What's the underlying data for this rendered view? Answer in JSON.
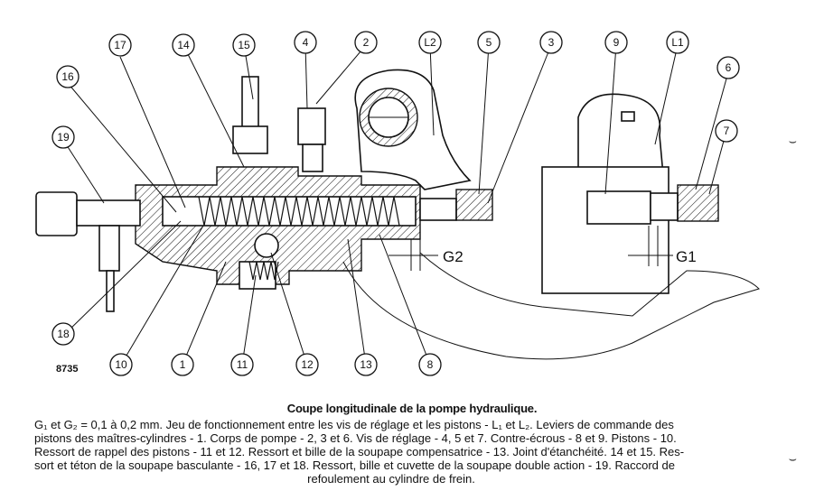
{
  "figure": {
    "number": "8735",
    "gap_labels": {
      "g2": "G2",
      "g1": "G1"
    },
    "callouts": [
      {
        "id": "c17",
        "label": "17"
      },
      {
        "id": "c14",
        "label": "14"
      },
      {
        "id": "c15",
        "label": "15"
      },
      {
        "id": "c4",
        "label": "4"
      },
      {
        "id": "c2",
        "label": "2"
      },
      {
        "id": "cL2",
        "label": "L2"
      },
      {
        "id": "c5",
        "label": "5"
      },
      {
        "id": "c3",
        "label": "3"
      },
      {
        "id": "c9",
        "label": "9"
      },
      {
        "id": "cL1",
        "label": "L1"
      },
      {
        "id": "c16",
        "label": "16"
      },
      {
        "id": "c6",
        "label": "6"
      },
      {
        "id": "c19",
        "label": "19"
      },
      {
        "id": "c7",
        "label": "7"
      },
      {
        "id": "c18",
        "label": "18"
      },
      {
        "id": "c10",
        "label": "10"
      },
      {
        "id": "c1",
        "label": "1"
      },
      {
        "id": "c11",
        "label": "11"
      },
      {
        "id": "c12",
        "label": "12"
      },
      {
        "id": "c13",
        "label": "13"
      },
      {
        "id": "c8",
        "label": "8"
      }
    ]
  },
  "caption": {
    "title": "Coupe longitudinale de la pompe hydraulique.",
    "lines": [
      "G₁ et G₂ = 0,1 à 0,2 mm. Jeu de fonctionnement entre les vis de réglage et les pistons - L₁ et L₂. Leviers de commande des",
      "pistons des maîtres-cylindres - 1. Corps de pompe - 2, 3 et 6. Vis de réglage - 4, 5 et 7. Contre-écrous - 8 et 9. Pistons - 10.",
      "Ressort de rappel des pistons - 11 et 12. Ressort et bille de la soupape compensatrice - 13. Joint d'étanchéité. 14 et 15. Res-",
      "sort et téton de la soupape basculante - 16, 17 et 18. Ressort, bille et cuvette de la soupape double action - 19. Raccord de",
      "refoulement au cylindre de frein."
    ]
  },
  "edge_marks": [
    "⌣",
    "⌣"
  ]
}
